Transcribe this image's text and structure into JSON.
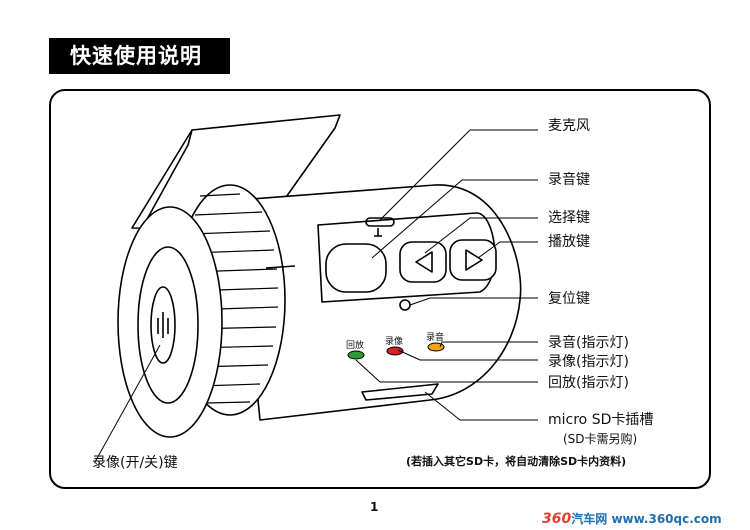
{
  "page": {
    "title": "快速使用说明",
    "page_number": "1"
  },
  "callouts": {
    "microphone": "麦克风",
    "record_key": "录音键",
    "select_key": "选择键",
    "play_key": "播放键",
    "reset_key": "复位键",
    "rec_audio_indicator": "录音(指示灯)",
    "rec_video_indicator": "录像(指示灯)",
    "playback_indicator": "回放(指示灯)",
    "sd_slot": "micro SD卡插槽",
    "sd_slot_note": "(SD卡需另购)",
    "record_power_key": "录像(开/关)键"
  },
  "device_labels": {
    "led_playback": "回放",
    "led_video": "录像",
    "led_audio": "录音"
  },
  "note": "(若插入其它SD卡，将自动清除SD卡内资料)",
  "watermark": {
    "brand_number": "360",
    "brand_text": "汽车网",
    "url": "www.360qc.com"
  },
  "colors": {
    "title_bar": "#000000",
    "led_playback": "#2e9b3a",
    "led_video": "#d5222b",
    "led_audio": "#f2a516"
  }
}
